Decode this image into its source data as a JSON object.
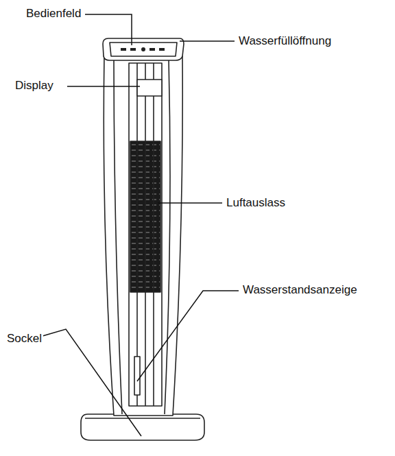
{
  "diagram": {
    "labels": [
      "Bedienfeld",
      "Wasserfüllöffnung",
      "Display",
      "Luftauslass",
      "Wasserstandsanzeige",
      "Sockel"
    ]
  }
}
